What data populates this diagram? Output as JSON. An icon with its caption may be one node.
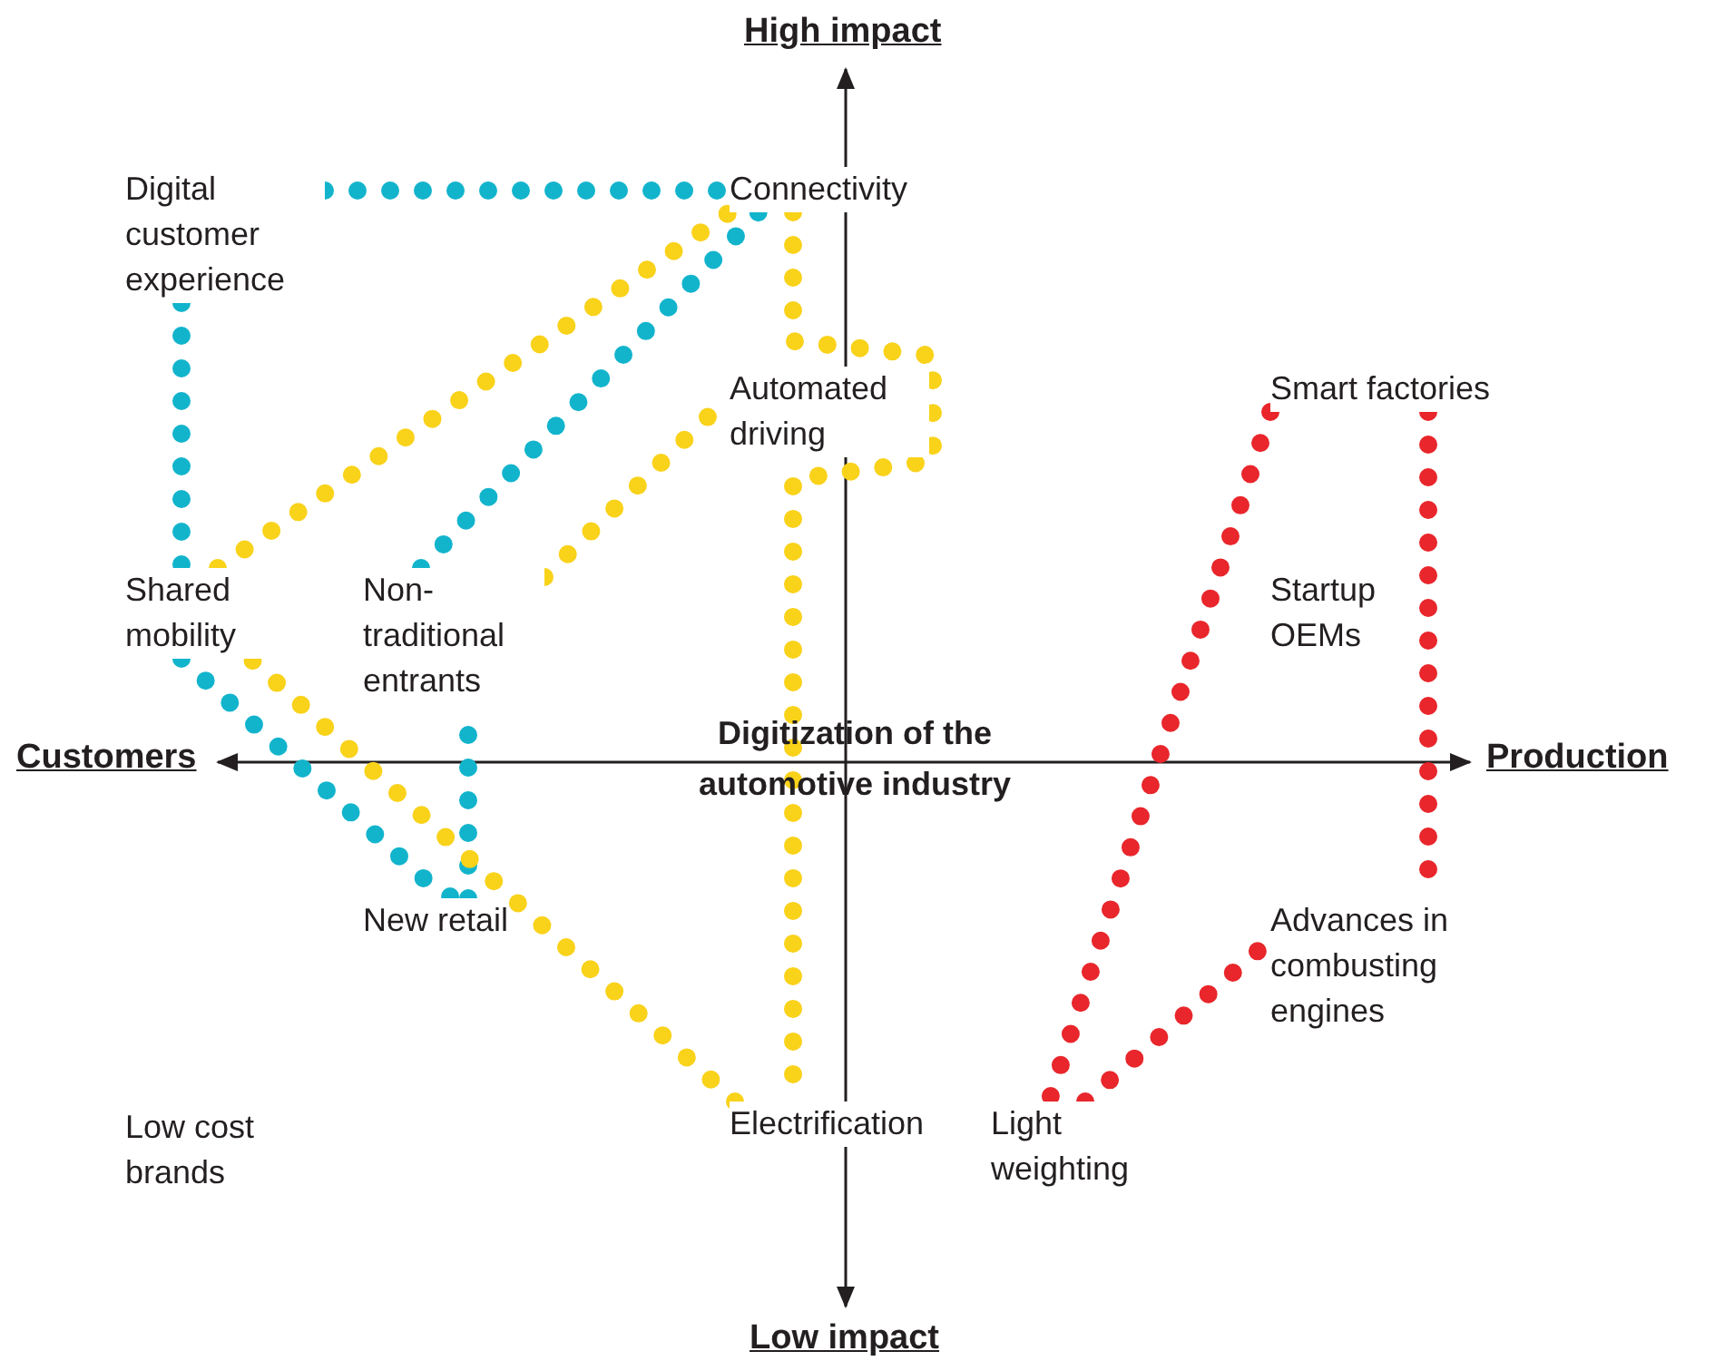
{
  "diagram": {
    "nodes": [
      {
        "text": [
          "Digital customer experience"
        ]
      },
      {
        "text": [
          "Connectivity"
        ]
      },
      {
        "text": [
          "Automated driving"
        ]
      },
      {
        "text": [
          "Smart factories"
        ]
      },
      {
        "text": [
          "Shared mobility"
        ]
      },
      {
        "text": [
          "Non-traditional entrants"
        ]
      },
      {
        "text": [
          "Startup OEMs"
        ]
      },
      {
        "text": [
          "New retail"
        ]
      },
      {
        "text": [
          "Advances in combusting engines"
        ]
      },
      {
        "text": [
          "Electrification"
        ]
      },
      {
        "text": [
          "Light weighting"
        ]
      }
    ],
    "edges": [
      {
        "from": 0,
        "to": 1,
        "arrow": "none",
        "color": "#12b4cc"
      },
      {
        "from": 0,
        "to": 4,
        "arrow": "none",
        "color": "#12b4cc"
      },
      {
        "from": 5,
        "to": 1,
        "arrow": "none",
        "color": "#12b4cc"
      },
      {
        "from": 4,
        "to": 7,
        "arrow": "none",
        "color": "#12b4cc"
      },
      {
        "from": 7,
        "to": 5,
        "arrow": "none",
        "color": "#12b4cc"
      },
      {
        "from": 4,
        "to": 1,
        "arrow": "none",
        "color": "#f9d21a"
      },
      {
        "from": 1,
        "to": 9,
        "arrow": "none",
        "color": "#f9d21a"
      },
      {
        "from": 9,
        "to": 4,
        "arrow": "none",
        "color": "#f9d21a"
      },
      {
        "from": 5,
        "to": 2,
        "arrow": "none",
        "color": "#f9d21a"
      },
      {
        "from": 3,
        "to": 10,
        "arrow": "none",
        "color": "#e8262b"
      },
      {
        "from": 10,
        "to": 8,
        "arrow": "none",
        "color": "#e8262b"
      },
      {
        "from": 3,
        "to": 8,
        "arrow": "none",
        "color": "#e8262b"
      }
    ],
    "labels": [
      "High impact",
      "Customers",
      "Digitization of the automotive industry",
      "Production",
      "Low cost brands",
      "Low impact"
    ]
  }
}
